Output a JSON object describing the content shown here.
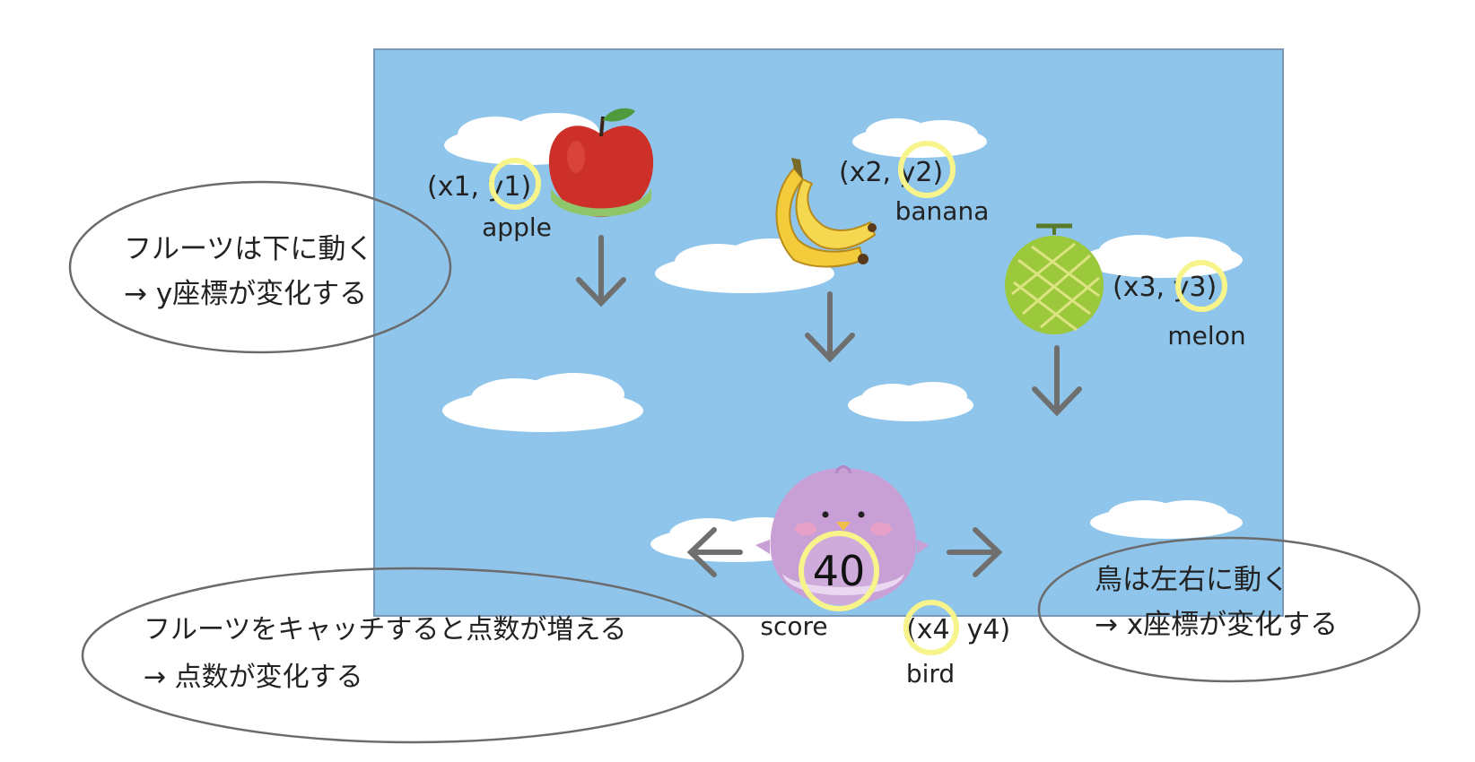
{
  "colors": {
    "sky": "#8fc5ea",
    "sky_border": "#7a98b8",
    "cloud": "#ffffff",
    "arrow": "#6f6f6f",
    "highlight": "#f6f48a",
    "ellipse_stroke": "#6b6b6b",
    "text": "#222222"
  },
  "fruits": [
    {
      "name": "apple",
      "coord_open": "(x1, ",
      "coord_var": "y1",
      "coord_close": ")",
      "icon": "apple-icon"
    },
    {
      "name": "banana",
      "coord_open": "(x2, ",
      "coord_var": "y2",
      "coord_close": ")",
      "icon": "banana-icon"
    },
    {
      "name": "melon",
      "coord_open": "(x3, ",
      "coord_var": "y3",
      "coord_close": ")",
      "icon": "melon-icon"
    }
  ],
  "bird": {
    "name": "bird",
    "coord_open": "(",
    "coord_var": "x4",
    "coord_close": ", y4)",
    "icon": "bird-icon"
  },
  "score": {
    "label": "score",
    "value": "40"
  },
  "notes": {
    "fruits_move": {
      "line1": "フルーツは下に動く",
      "line2": "→ y座標が変化する"
    },
    "bird_move": {
      "line1": "鳥は左右に動く",
      "line2": "→ x座標が変化する"
    },
    "catch_score": {
      "line1": "フルーツをキャッチすると点数が増える",
      "line2": "→ 点数が変化する"
    }
  }
}
